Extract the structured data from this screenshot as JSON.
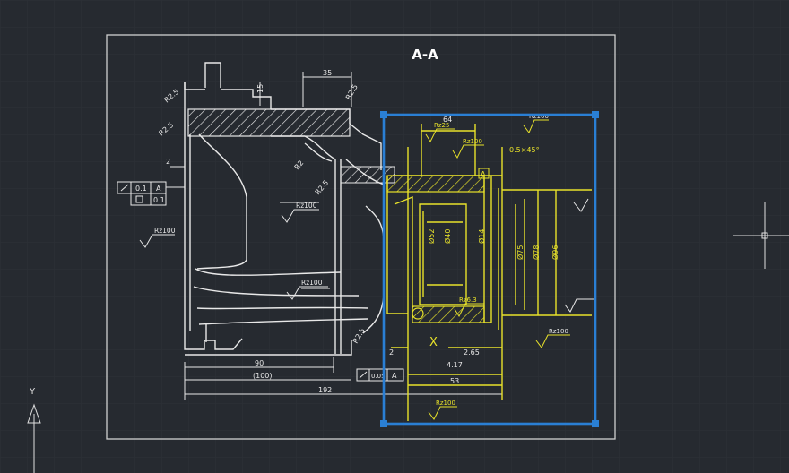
{
  "view": {
    "title": "A-A",
    "ucs_y_label": "Y",
    "background": "#262a30",
    "grid_color": "#30343b",
    "line_color": "#e8e8e8",
    "highlight_color": "#e8e22a",
    "selection_color": "#2a7fd4",
    "crosshair_icon": "crosshair-cursor-icon",
    "ucs_icon": "ucs-y-axis-icon"
  },
  "dimensions": {
    "white": [
      "35",
      "15",
      "R2.5",
      "R2.5",
      "2",
      "R2",
      "R2.5",
      "R2.5",
      "R2.5",
      "90",
      "(100)",
      "192"
    ],
    "yellow": [
      "64",
      "Ø52",
      "Ø40",
      "Ø14",
      "Ø75",
      "Ø78",
      "Ø96",
      "0.5×45°",
      "2",
      "2.65",
      "4.17",
      "53",
      "X",
      "A"
    ]
  },
  "roughness": {
    "white": [
      "Rz100",
      "Rz100",
      "Rz100"
    ],
    "yellow": [
      "Rz100",
      "Rz25",
      "Rz100",
      "Rz6.3",
      "Rz100",
      "Rz100"
    ]
  },
  "tolerance_frames": [
    {
      "symbol": "flatness",
      "value": "0.1",
      "datum": "A"
    },
    {
      "symbol": "square",
      "value": "0.1",
      "datum": ""
    },
    {
      "symbol": "flatness",
      "value": "0.05",
      "datum": "A"
    }
  ]
}
